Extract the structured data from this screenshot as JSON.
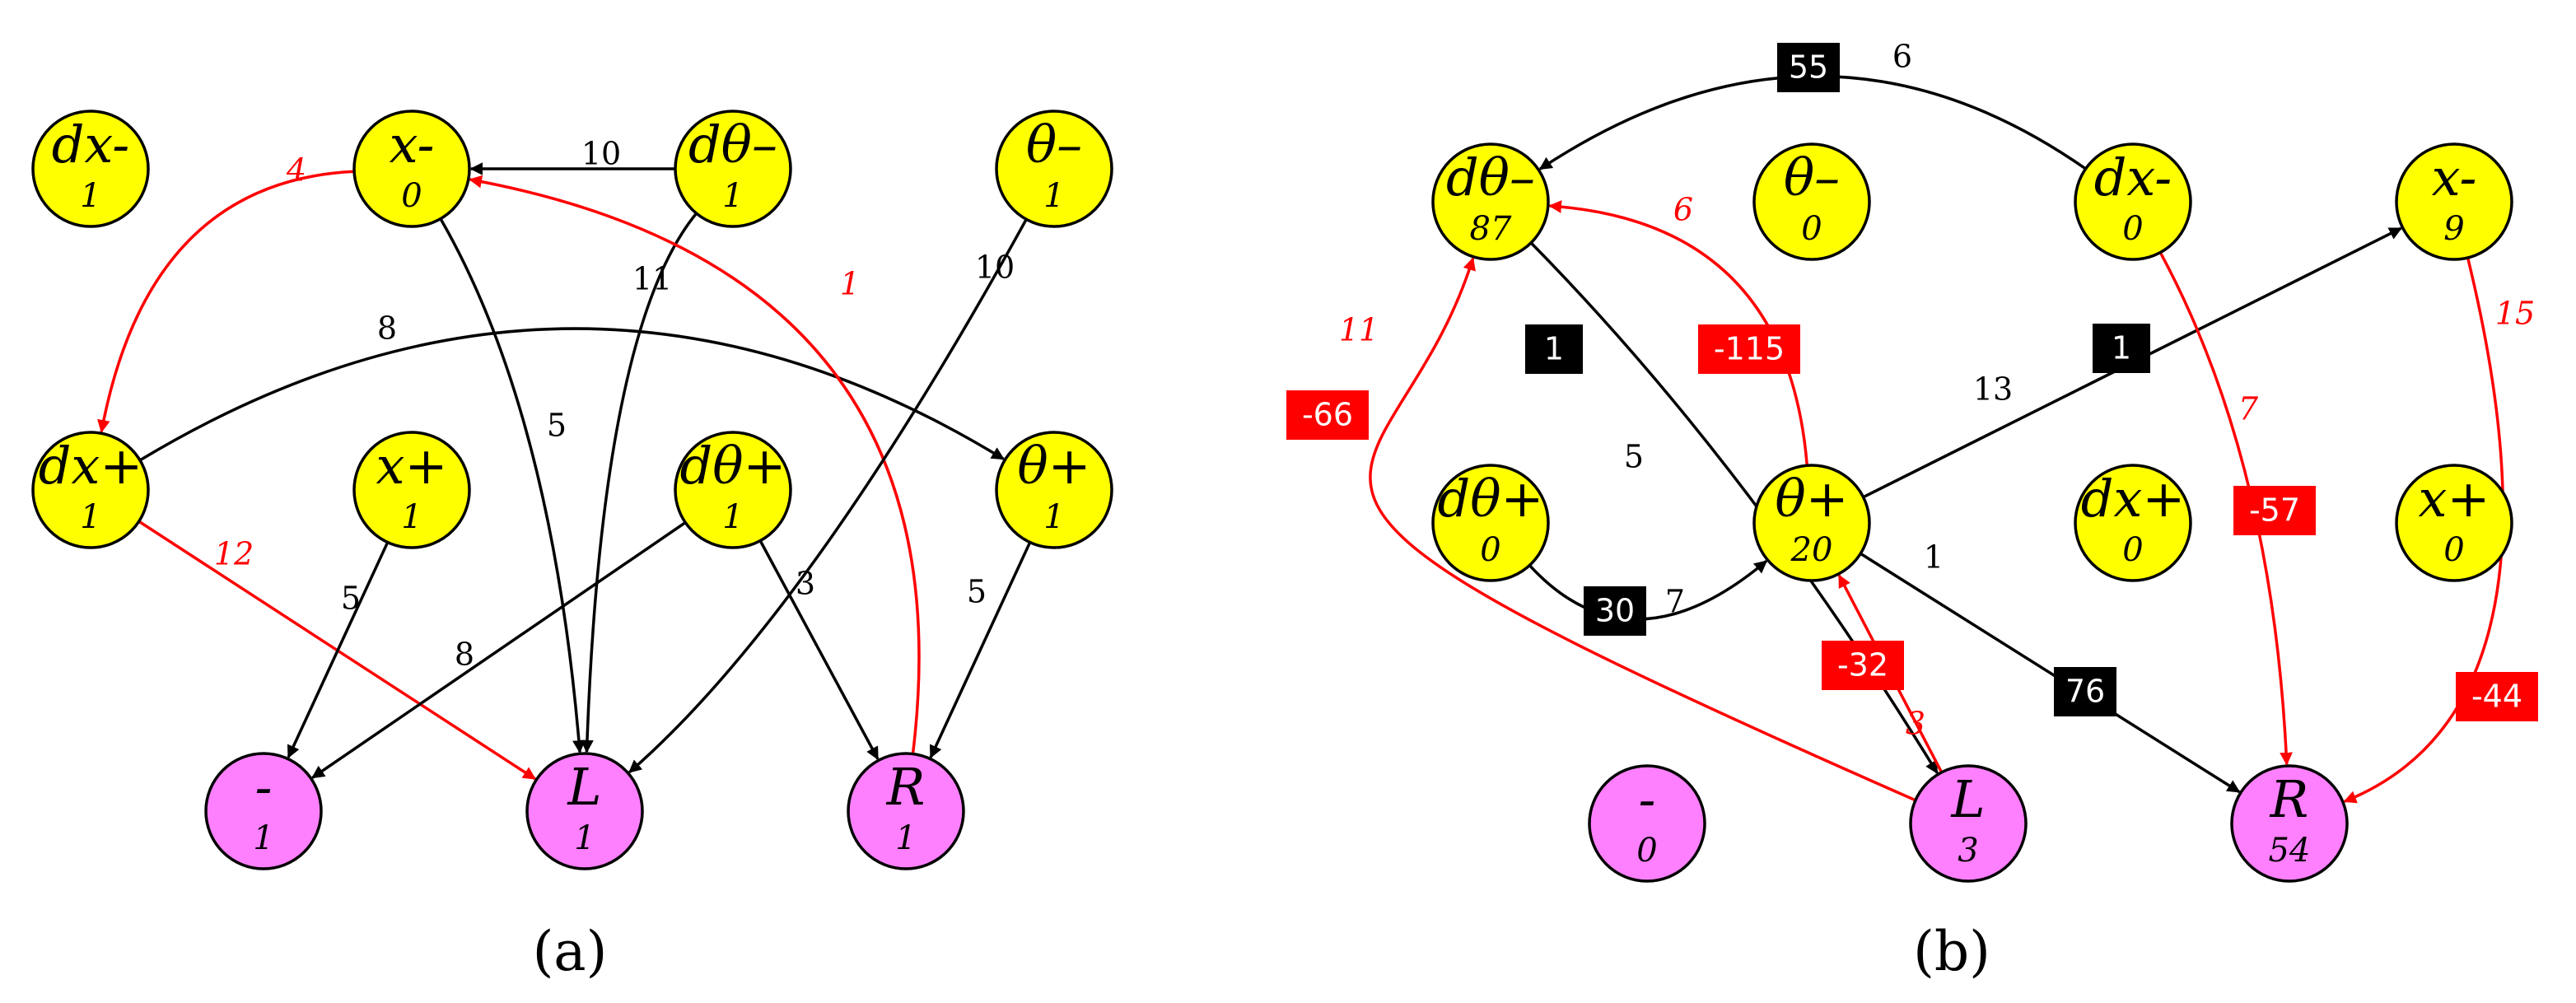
{
  "colors": {
    "state_node": "#ffff00",
    "action_node": "#ff80ff",
    "positive_edge": "#000000",
    "negative_edge": "#ff0000"
  },
  "panels": [
    {
      "caption": "(a)",
      "nodes": [
        {
          "id": "dxm",
          "kind": "state",
          "label": "dx-",
          "value": "1"
        },
        {
          "id": "xm",
          "kind": "state",
          "label": "x-",
          "value": "0"
        },
        {
          "id": "dthm",
          "kind": "state",
          "label": "dθ–",
          "value": "1"
        },
        {
          "id": "thm",
          "kind": "state",
          "label": "θ–",
          "value": "1"
        },
        {
          "id": "dxp",
          "kind": "state",
          "label": "dx+",
          "value": "1"
        },
        {
          "id": "xp",
          "kind": "state",
          "label": "x+",
          "value": "1"
        },
        {
          "id": "dthp",
          "kind": "state",
          "label": "dθ+",
          "value": "1"
        },
        {
          "id": "thp",
          "kind": "state",
          "label": "θ+",
          "value": "1"
        },
        {
          "id": "none",
          "kind": "action",
          "label": "-",
          "value": "1"
        },
        {
          "id": "L",
          "kind": "action",
          "label": "L",
          "value": "1"
        },
        {
          "id": "R",
          "kind": "action",
          "label": "R",
          "value": "1"
        }
      ],
      "edges": [
        {
          "from": "dthm",
          "to": "xm",
          "sign": "positive",
          "label": "10"
        },
        {
          "from": "xm",
          "to": "dxp",
          "sign": "negative",
          "label": "4"
        },
        {
          "from": "dxp",
          "to": "thp",
          "sign": "positive",
          "label": "8"
        },
        {
          "from": "xm",
          "to": "L",
          "sign": "positive",
          "label": "5"
        },
        {
          "from": "dthm",
          "to": "L",
          "sign": "positive",
          "label": "11"
        },
        {
          "from": "R",
          "to": "xm",
          "sign": "negative",
          "label": "1"
        },
        {
          "from": "thm",
          "to": "L",
          "sign": "positive",
          "label": "10"
        },
        {
          "from": "dxp",
          "to": "L",
          "sign": "negative",
          "label": "12"
        },
        {
          "from": "xp",
          "to": "none",
          "sign": "positive",
          "label": "5"
        },
        {
          "from": "dthp",
          "to": "none",
          "sign": "positive",
          "label": "8"
        },
        {
          "from": "dthp",
          "to": "R",
          "sign": "positive",
          "label": "3"
        },
        {
          "from": "thp",
          "to": "R",
          "sign": "positive",
          "label": "5"
        }
      ]
    },
    {
      "caption": "(b)",
      "nodes": [
        {
          "id": "dthm",
          "kind": "state",
          "label": "dθ–",
          "value": "87"
        },
        {
          "id": "thm",
          "kind": "state",
          "label": "θ–",
          "value": "0"
        },
        {
          "id": "dxm",
          "kind": "state",
          "label": "dx-",
          "value": "0"
        },
        {
          "id": "xm",
          "kind": "state",
          "label": "x-",
          "value": "9"
        },
        {
          "id": "dthp",
          "kind": "state",
          "label": "dθ+",
          "value": "0"
        },
        {
          "id": "thp",
          "kind": "state",
          "label": "θ+",
          "value": "20"
        },
        {
          "id": "dxp",
          "kind": "state",
          "label": "dx+",
          "value": "0"
        },
        {
          "id": "xp",
          "kind": "state",
          "label": "x+",
          "value": "0"
        },
        {
          "id": "none",
          "kind": "action",
          "label": "-",
          "value": "0"
        },
        {
          "id": "L",
          "kind": "action",
          "label": "L",
          "value": "3"
        },
        {
          "id": "R",
          "kind": "action",
          "label": "R",
          "value": "54"
        }
      ],
      "edges": [
        {
          "from": "dxm",
          "to": "dthm",
          "sign": "positive",
          "label": "6",
          "box": "55"
        },
        {
          "from": "thp",
          "to": "dthm",
          "sign": "negative",
          "label": "6",
          "box": "-115"
        },
        {
          "from": "L",
          "to": "dthm",
          "sign": "negative",
          "label": "11",
          "box": "-66"
        },
        {
          "from": "dthm",
          "to": "L",
          "sign": "positive",
          "label": "5",
          "box": "1"
        },
        {
          "from": "thp",
          "to": "xm",
          "sign": "positive",
          "label": "13",
          "box": "1"
        },
        {
          "from": "dthp",
          "to": "thp",
          "sign": "positive",
          "label": "7",
          "box": "30"
        },
        {
          "from": "L",
          "to": "thp",
          "sign": "negative",
          "label": "3",
          "box": "-32"
        },
        {
          "from": "thp",
          "to": "R",
          "sign": "positive",
          "label": "1",
          "box": "76"
        },
        {
          "from": "dxm",
          "to": "R",
          "sign": "negative",
          "label": "7",
          "box": "-57"
        },
        {
          "from": "xm",
          "to": "R",
          "sign": "negative",
          "label": "15",
          "box": "-44"
        }
      ]
    }
  ]
}
